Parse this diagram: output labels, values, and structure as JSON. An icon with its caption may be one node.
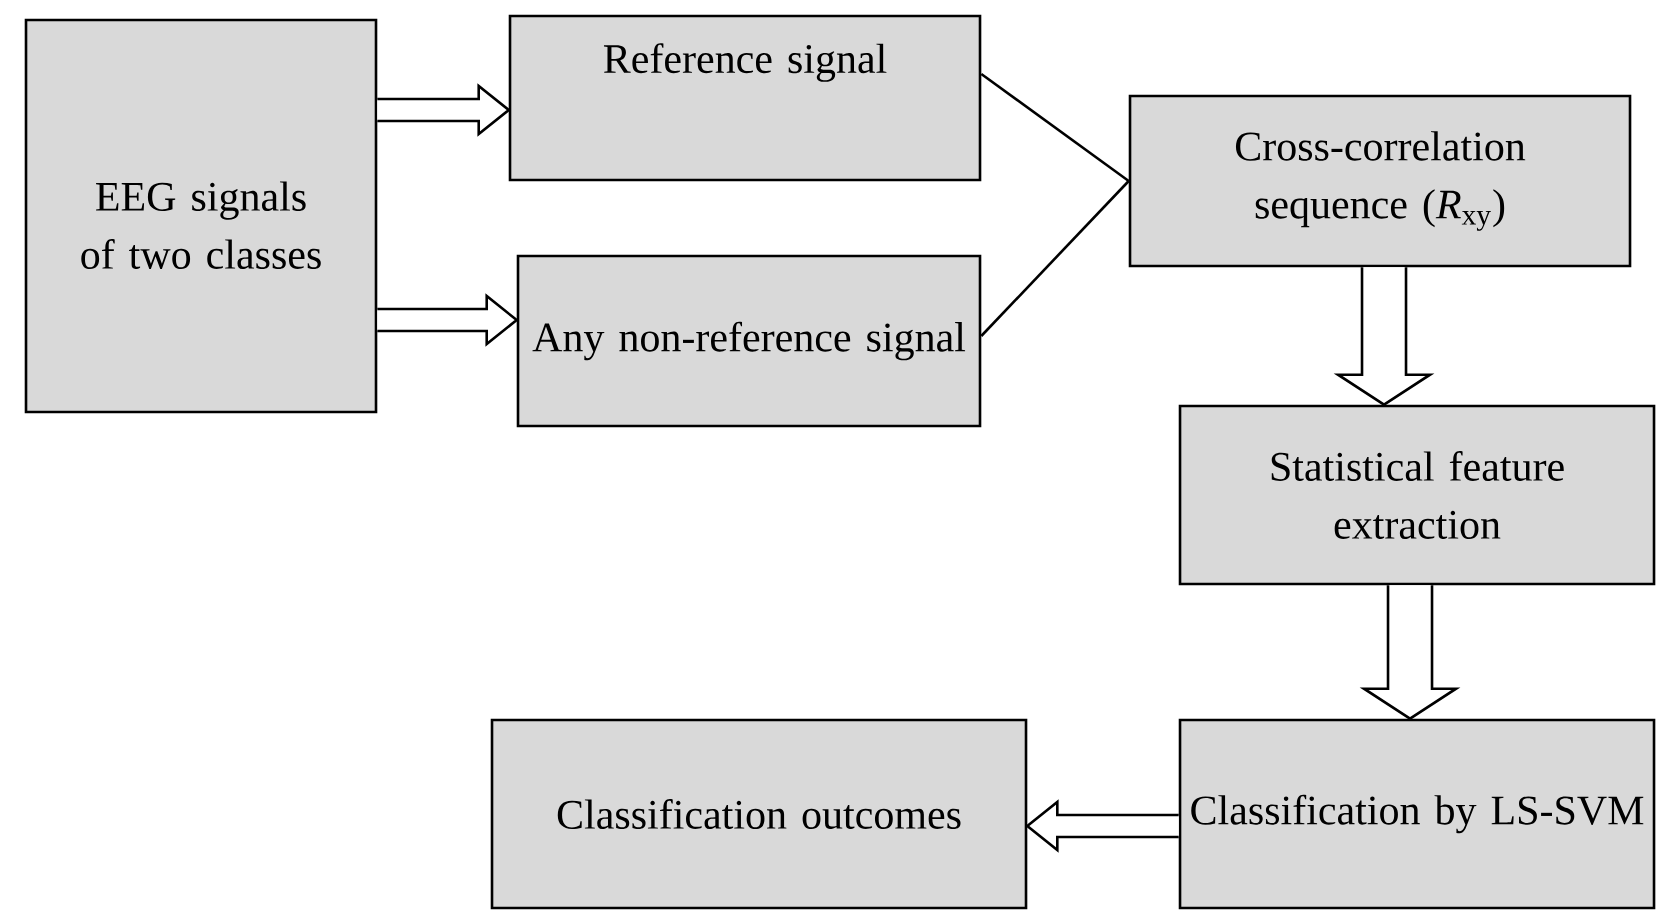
{
  "diagram": {
    "nodes": [
      {
        "text": [
          "EEG signals of two classes"
        ]
      },
      {
        "text": [
          "Reference signal"
        ]
      },
      {
        "text": [
          "Any non-reference signal"
        ]
      },
      {
        "text": [
          "Cross-correlation sequence (*R*$_{xy}$)"
        ]
      },
      {
        "text": [
          "Statistical feature extraction"
        ]
      },
      {
        "text": [
          "Classification by LS-SVM"
        ]
      },
      {
        "text": [
          "Classification outcomes"
        ]
      }
    ],
    "edges": [
      {
        "from": 0,
        "to": 1,
        "arrow": "to"
      },
      {
        "from": 0,
        "to": 2,
        "arrow": "to"
      },
      {
        "from": 1,
        "to": 3,
        "arrow": "none"
      },
      {
        "from": 2,
        "to": 3,
        "arrow": "none"
      },
      {
        "from": 3,
        "to": 4,
        "arrow": "to"
      },
      {
        "from": 4,
        "to": 5,
        "arrow": "to"
      },
      {
        "from": 5,
        "to": 6,
        "arrow": "to"
      }
    ]
  }
}
